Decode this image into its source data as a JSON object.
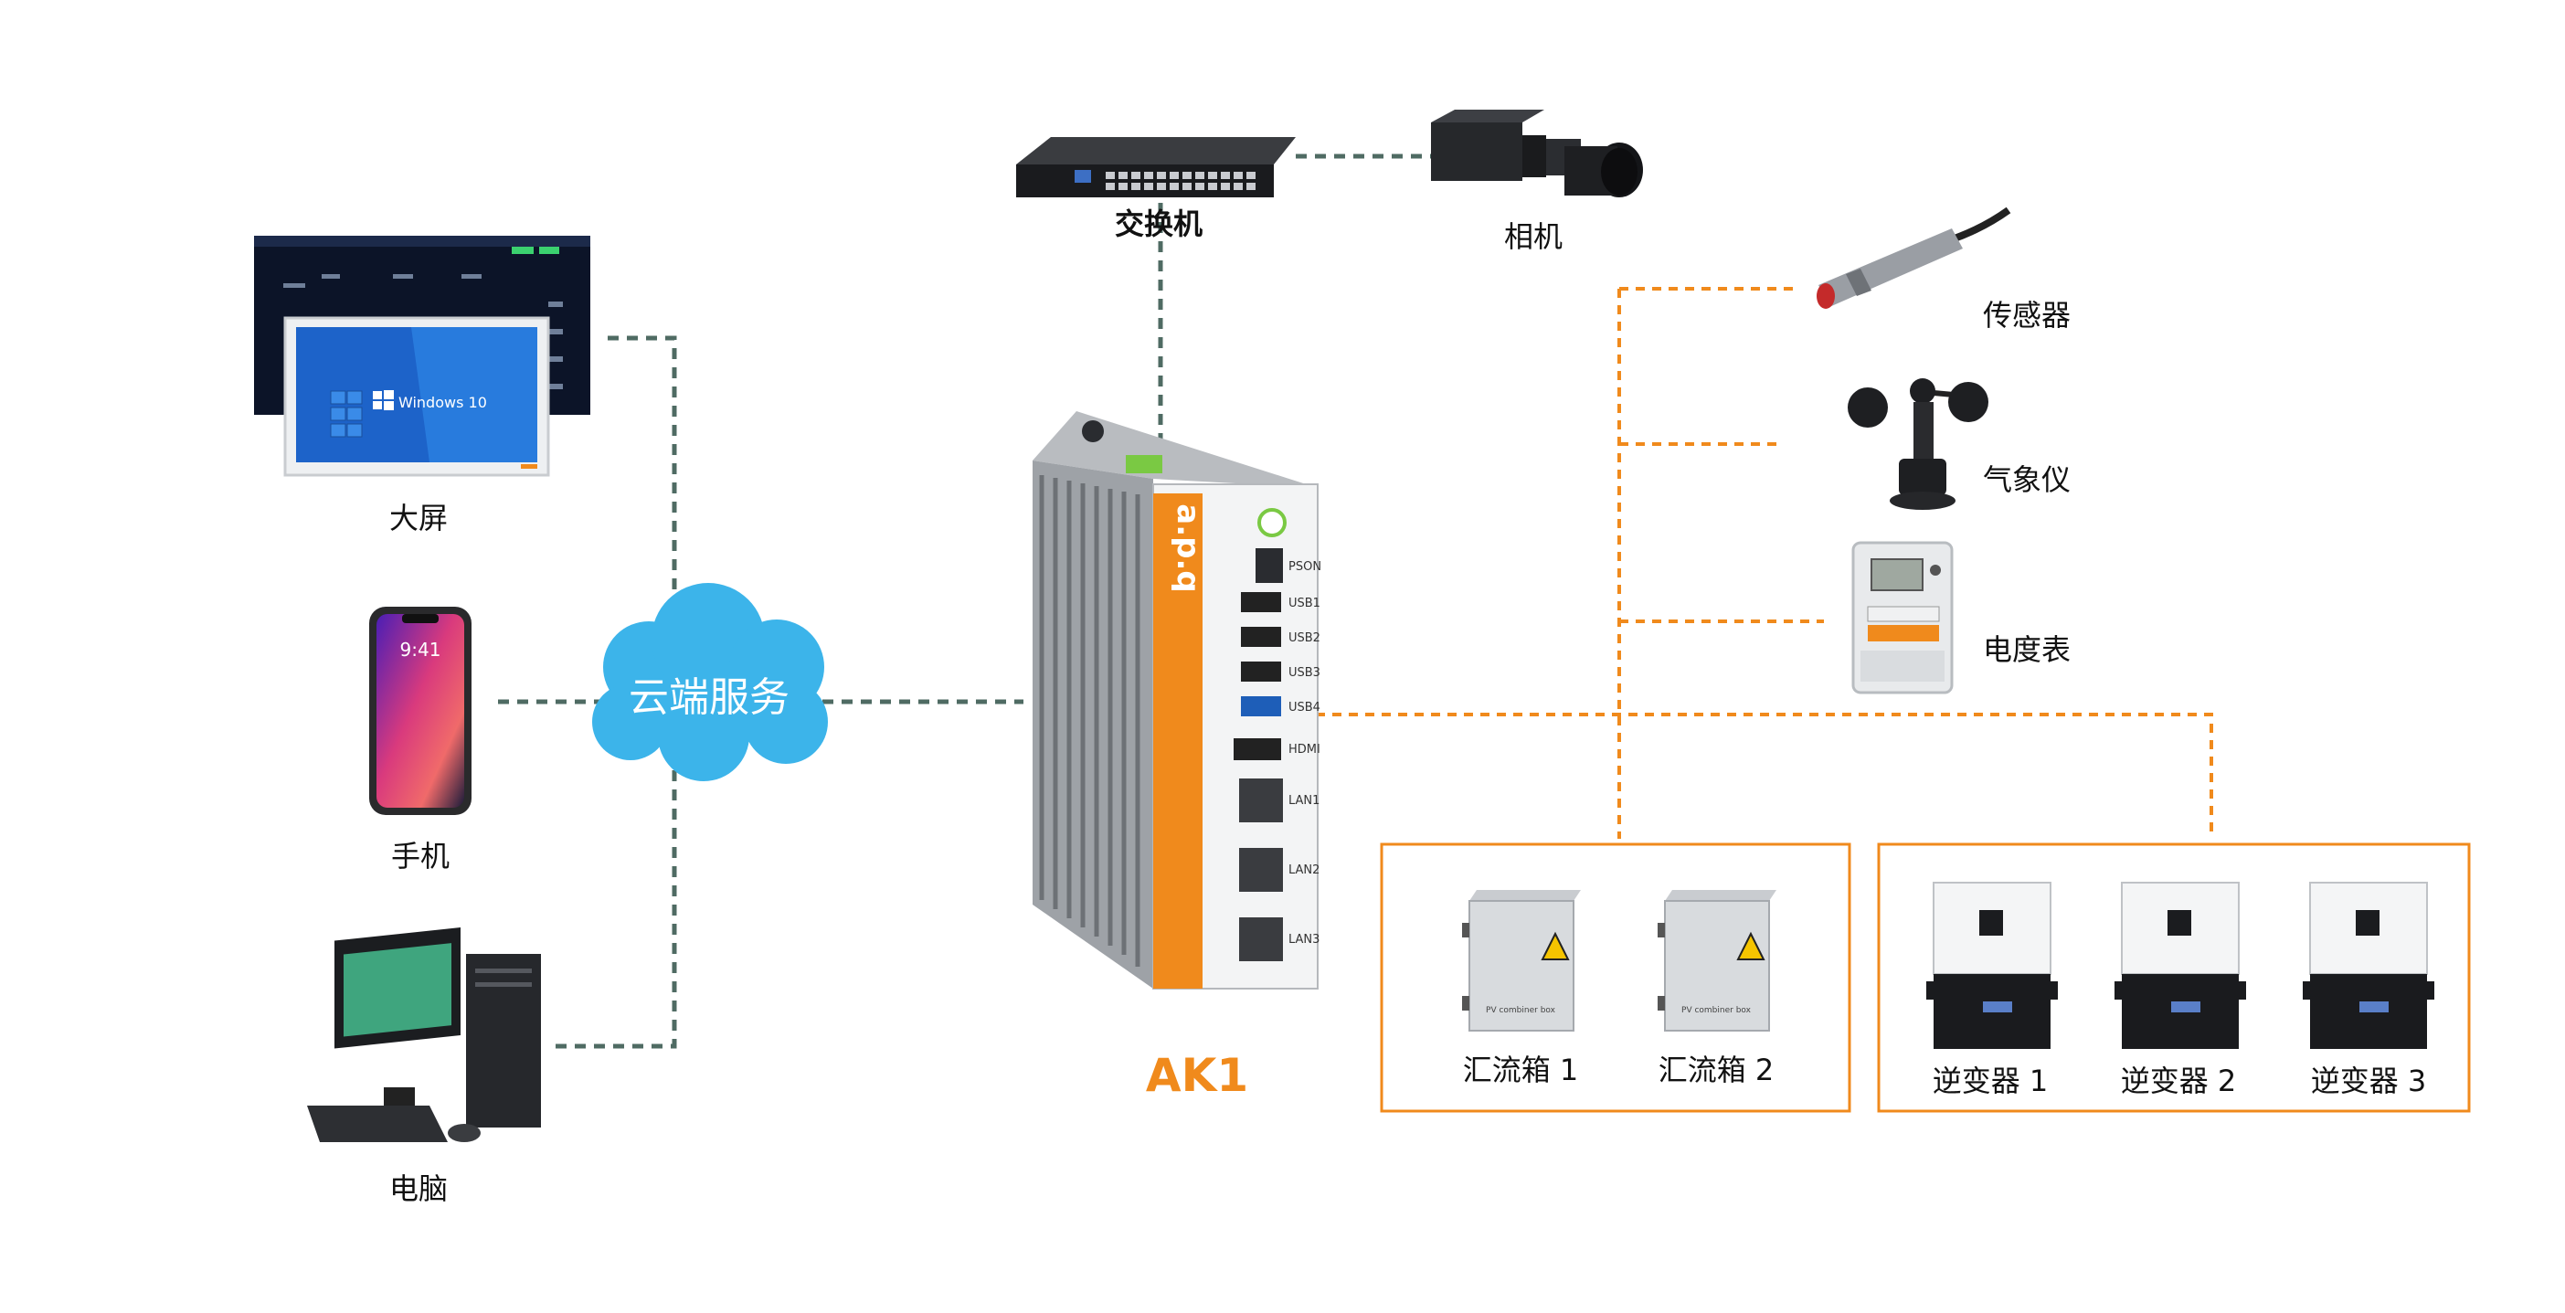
{
  "left": {
    "screen_label": "大屏",
    "screen_os_text": "Windows 10",
    "phone_label": "手机",
    "phone_time": "9:41",
    "pc_label": "电脑"
  },
  "cloud": {
    "label": "云端服务"
  },
  "top": {
    "switch_label": "交换机",
    "camera_label": "相机"
  },
  "device": {
    "name": "AK1",
    "brand": "a.p.q",
    "ports": [
      "PSON",
      "USB1",
      "USB2",
      "USB3",
      "USB4",
      "HDMI",
      "LAN1",
      "LAN2",
      "LAN3"
    ]
  },
  "right": {
    "sensor_label": "传感器",
    "weather_label": "气象仪",
    "meter_label": "电度表"
  },
  "combiner_group": {
    "items": [
      {
        "label": "汇流箱 1",
        "box_text": "PV combiner box"
      },
      {
        "label": "汇流箱 2",
        "box_text": "PV combiner box"
      }
    ]
  },
  "inverter_group": {
    "items": [
      {
        "label": "逆变器 1"
      },
      {
        "label": "逆变器 2"
      },
      {
        "label": "逆变器 3"
      }
    ]
  },
  "colors": {
    "accent_orange": "#f08a1c",
    "link_grey": "#4f6b63",
    "cloud_blue": "#3cb4ea"
  }
}
